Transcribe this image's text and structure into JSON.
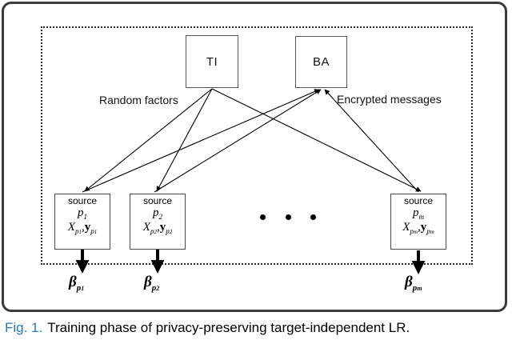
{
  "figure": {
    "caption_number": "Fig. 1.",
    "caption_text": "Training phase of privacy-preserving target-independent LR.",
    "caption_number_color": "#2878be",
    "caption_text_color": "#000000"
  },
  "diagram": {
    "nodes": [
      {
        "id": "ti",
        "label": "TI",
        "name": "trusted-initializer-node"
      },
      {
        "id": "ba",
        "label": "BA",
        "name": "blind-aggregator-node"
      }
    ],
    "sources": [
      {
        "id": "source-1",
        "title": "source",
        "p": "p",
        "p_sub": "1",
        "x": "X",
        "x_sub": "p",
        "x_sub_sub": "1",
        "y": "y",
        "y_sub": "p",
        "y_sub_sub": "1",
        "output": "β",
        "output_sub": "p",
        "output_sub_sub": "1"
      },
      {
        "id": "source-2",
        "title": "source",
        "p": "p",
        "p_sub": "2",
        "x": "X",
        "x_sub": "p",
        "x_sub_sub": "2",
        "y": "y",
        "y_sub": "p",
        "y_sub_sub": "2",
        "output": "β",
        "output_sub": "p",
        "output_sub_sub": "2"
      },
      {
        "id": "source-m",
        "title": "source",
        "p": "p",
        "p_sub": "m",
        "x": "X",
        "x_sub": "p",
        "x_sub_sub": "m",
        "y": "y",
        "y_sub": "p",
        "y_sub_sub": "m",
        "output": "β",
        "output_sub": "p",
        "output_sub_sub": "m"
      }
    ],
    "edge_labels": {
      "random_factors": "Random factors",
      "encrypted_messages": "Encrypted messages"
    },
    "ellipsis": "• • •",
    "boundary_style": "dotted",
    "line_color": "#000000"
  }
}
